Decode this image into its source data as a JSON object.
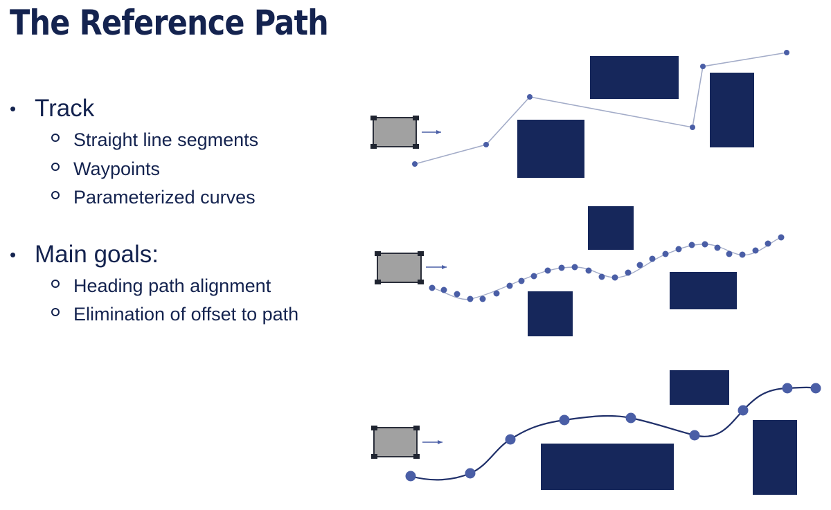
{
  "slide": {
    "title": "The Reference Path"
  },
  "bullets": [
    {
      "text": "Track",
      "sub_items": [
        "Straight line segments",
        "Waypoints",
        "Parameterized curves"
      ]
    },
    {
      "text": "Main goals:",
      "sub_items": [
        "Heading path alignment",
        "Elimination of offset to path"
      ]
    }
  ],
  "colors": {
    "navy": "#14234f",
    "obstacle": "#16275b",
    "path": "#4a5ea6",
    "path_thin": "#a3acc8",
    "vehicle_fill": "#a1a1a1",
    "vehicle_border": "#2a2e3a"
  },
  "diagram": {
    "panels": [
      {
        "name": "straight-line-segments",
        "path_style": "polyline-thin"
      },
      {
        "name": "waypoints",
        "path_style": "dotted-waypoints"
      },
      {
        "name": "parameterized-curves",
        "path_style": "smooth-curve"
      }
    ]
  }
}
